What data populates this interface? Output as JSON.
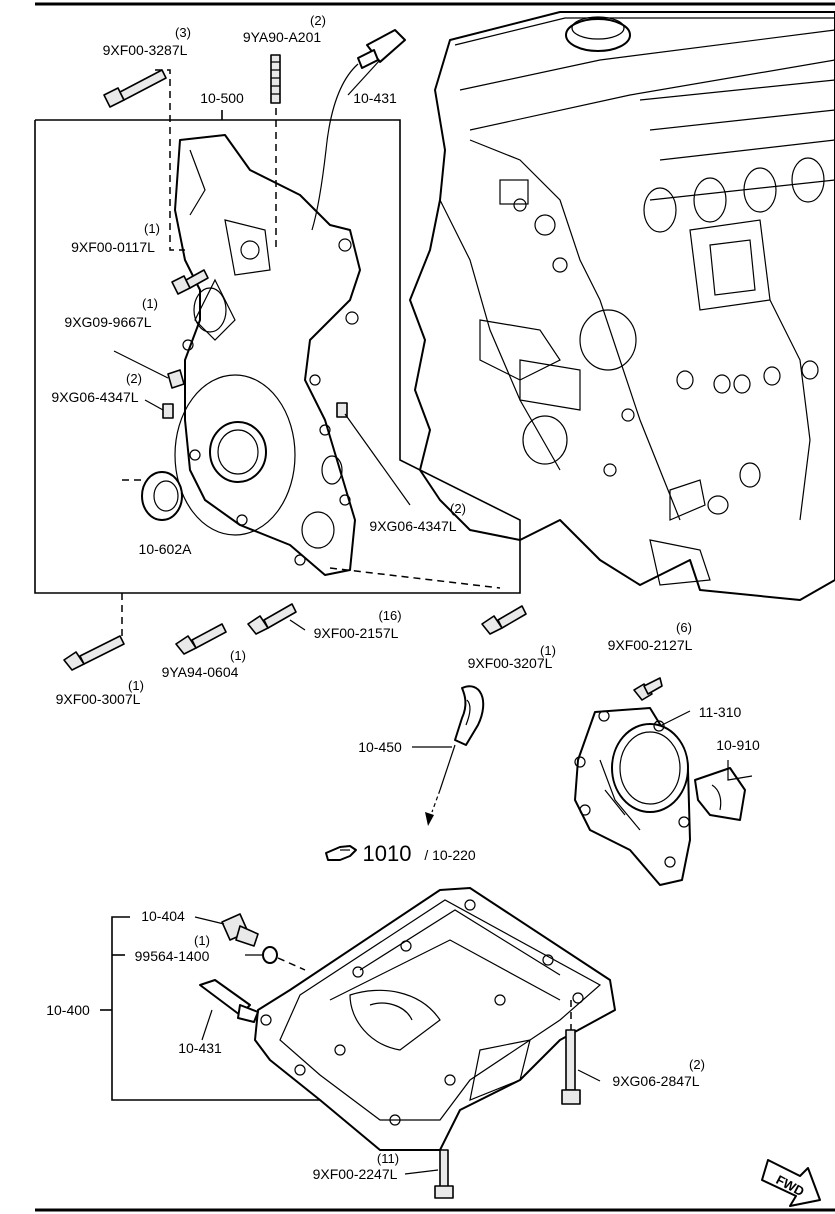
{
  "labels": {
    "bolt_top_left": {
      "qty": "(3)",
      "code": "9XF00-3287L"
    },
    "stud_top": {
      "qty": "(2)",
      "code": "9YA90-A201"
    },
    "sensor_top": "10-431",
    "cover_group": "10-500",
    "bolt_0117": {
      "qty": "(1)",
      "code": "9XF00-0117L"
    },
    "plug_9667": {
      "qty": "(1)",
      "code": "9XG09-9667L"
    },
    "pin_left": {
      "qty": "(2)",
      "code": "9XG06-4347L"
    },
    "pin_right": {
      "qty": "(2)",
      "code": "9XG06-4347L"
    },
    "seal_front": "10-602A",
    "bolt_2157": {
      "qty": "(16)",
      "code": "9XF00-2157L"
    },
    "bolt_3207": {
      "qty": "(1)",
      "code": "9XF00-3207L"
    },
    "bolt_3007": {
      "qty": "(1)",
      "code": "9XF00-3007L"
    },
    "bolt_0604": {
      "qty": "(1)",
      "code": "9YA94-0604"
    },
    "bolt_2127": {
      "qty": "(6)",
      "code": "9XF00-2127L"
    },
    "rear_cover": "11-310",
    "rear_seal": "10-910",
    "dipstick": "10-450",
    "ref_main": "1010",
    "ref_sub": "/ 10-220",
    "drain_plug": "10-404",
    "washer": {
      "qty": "(1)",
      "code": "99564-1400"
    },
    "oil_pan_group": "10-400",
    "sensor_bottom": "10-431",
    "bolt_2847": {
      "qty": "(2)",
      "code": "9XG06-2847L"
    },
    "bolt_2247": {
      "qty": "(11)",
      "code": "9XF00-2247L"
    },
    "fwd_arrow": "FWD"
  },
  "icons": {
    "reference": "hand-pointer-icon",
    "direction": "fwd-arrow-icon"
  }
}
